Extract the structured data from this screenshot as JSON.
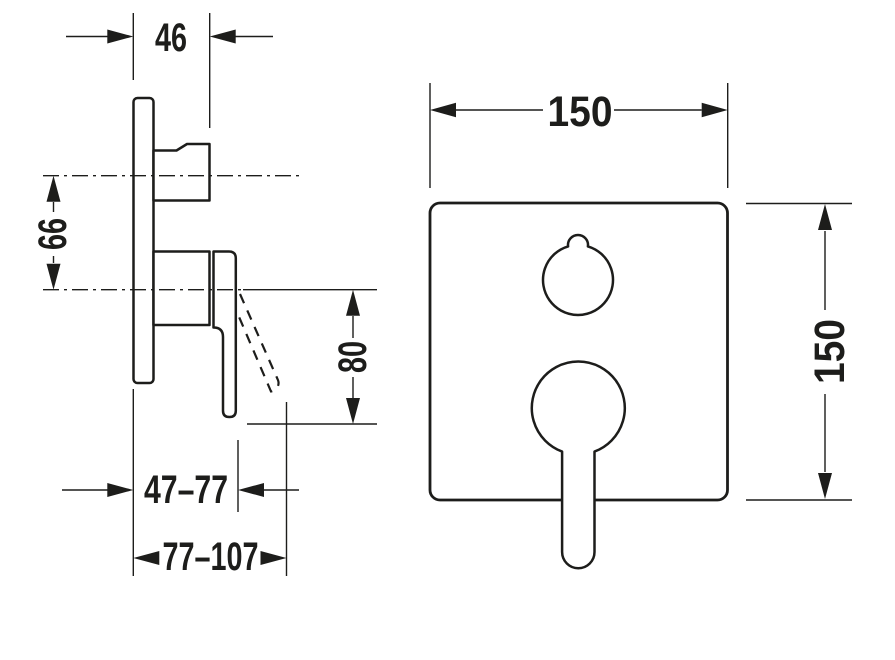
{
  "colors": {
    "line": "#1d1d1b",
    "background": "#ffffff"
  },
  "side_view": {
    "dim_projection_depth": "46",
    "dim_outlet_spacing": "66",
    "dim_lever_drop": "80",
    "dim_install_depth_min_range": "47–77",
    "dim_install_depth_max_range": "77–107"
  },
  "front_view": {
    "dim_plate_width": "150",
    "dim_plate_height": "150"
  }
}
